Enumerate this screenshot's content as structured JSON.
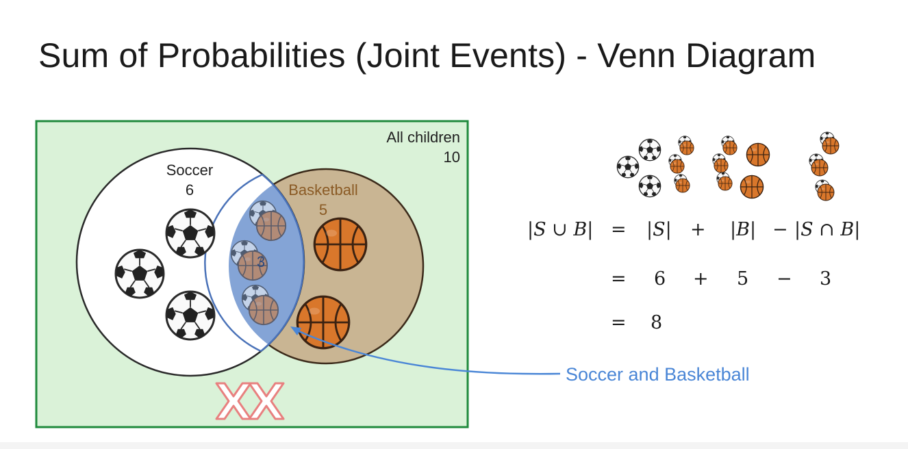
{
  "title": "Sum of Probabilities (Joint Events) - Venn Diagram",
  "universe": {
    "label": "All children",
    "count": "10"
  },
  "soccer": {
    "label": "Soccer",
    "count": "6"
  },
  "basketball": {
    "label": "Basketball",
    "count": "5"
  },
  "intersection": {
    "count": "3",
    "label": "Soccer and Basketball"
  },
  "outside_marks": [
    "✗",
    "✗"
  ],
  "equation": {
    "lhs": "|S ∪ B|",
    "eq": "=",
    "term1": "|S|",
    "plus": "+",
    "term2": "|B|",
    "minus": "−",
    "term3": "|S ∩ B|",
    "v1": "6",
    "v2": "5",
    "v3": "3",
    "result": "8"
  },
  "colors": {
    "universe_fill": "#daf2d8",
    "universe_border": "#1f8a3c",
    "basketball_fill": "#c9b593",
    "intersection_fill": "#6f94cf",
    "arrow": "#4a86d6",
    "x_marks": "#e8807f"
  },
  "icons": [
    "soccer-ball-icon",
    "basketball-icon",
    "cross-mark-icon"
  ]
}
